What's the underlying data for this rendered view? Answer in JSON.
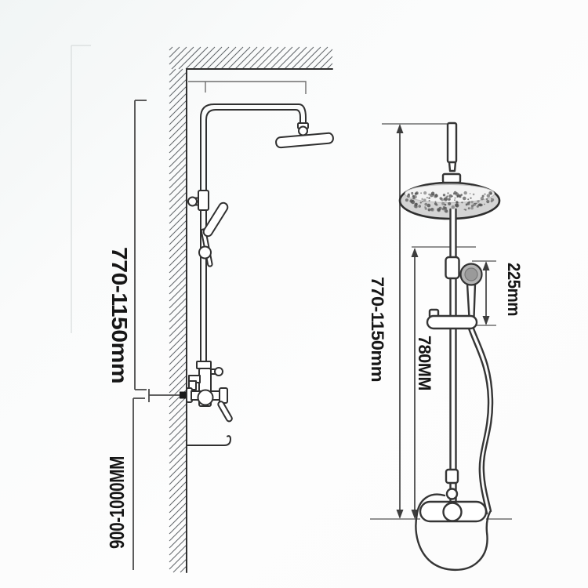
{
  "diagram_type": "shower-system-installation-dimensions",
  "colors": {
    "background": "#fafbfb",
    "line_art": "#303030",
    "dimension_line": "#6e6e6e",
    "label_text": "#161616",
    "hand_shower_fill": "#b3b3b3",
    "shower_head_face": "#d4d4d4",
    "speckle": "#4e4e4e",
    "anchor_square": "#1a1a1a"
  },
  "left_view": {
    "labels": {
      "riser_range": "770-1150mm",
      "supply_height": "900-1000MM"
    }
  },
  "right_view": {
    "labels": {
      "overall_range": "770-1150mm",
      "riser_to_faucet": "780MM",
      "hand_shower_section": "225mm"
    }
  }
}
